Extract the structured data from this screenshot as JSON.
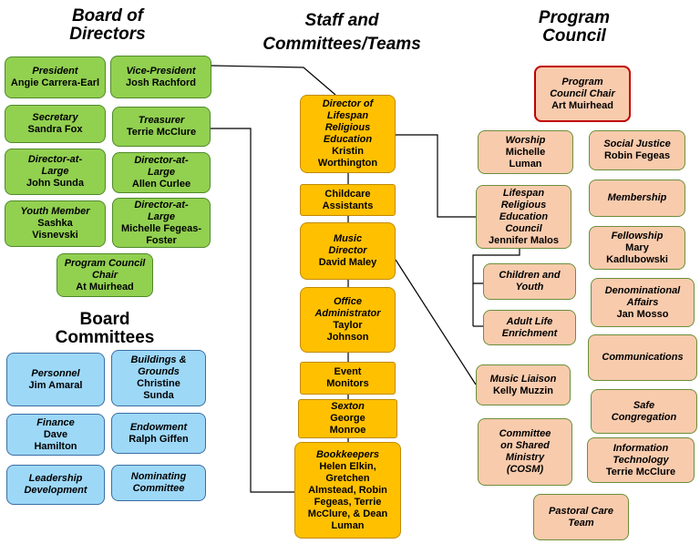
{
  "headers": {
    "board": "Board of\nDirectors",
    "staff": "Staff and\nCommittees/Teams",
    "program": "Program\nCouncil",
    "board_committees": "Board\nCommittees"
  },
  "board": {
    "president": {
      "role": "President",
      "name": "Angie Carrera-Earl"
    },
    "vice_president": {
      "role": "Vice-President",
      "name": "Josh Rachford"
    },
    "secretary": {
      "role": "Secretary",
      "name": "Sandra Fox"
    },
    "treasurer": {
      "role": "Treasurer",
      "name": "Terrie McClure"
    },
    "dal1": {
      "role": "Director-at-Large",
      "name": "John Sunda"
    },
    "dal2": {
      "role": "Director-at-Large",
      "name": "Allen Curlee"
    },
    "youth": {
      "role": "Youth Member",
      "name": "Sashka Visnevski"
    },
    "dal3": {
      "role": "Director-at-Large",
      "name": "Michelle Fegeas-Foster"
    },
    "pc_chair": {
      "role": "Program Council Chair",
      "name": "At Muirhead"
    }
  },
  "committees": {
    "personnel": {
      "role": "Personnel",
      "name": "Jim Amaral"
    },
    "buildings": {
      "role": "Buildings & Grounds",
      "name": "Christine Sunda"
    },
    "finance": {
      "role": "Finance",
      "name": "Dave Hamilton"
    },
    "endowment": {
      "role": "Endowment",
      "name": "Ralph Giffen"
    },
    "leadership": {
      "role": "Leadership Development",
      "name": ""
    },
    "nominating": {
      "role": "Nominating Committee",
      "name": ""
    }
  },
  "staff": {
    "dlre": {
      "role": "Director of Lifespan Religious Education",
      "name": "Kristin Worthington"
    },
    "childcare": {
      "role": "",
      "name": "Childcare Assistants"
    },
    "music": {
      "role": "Music Director",
      "name": "David Maley"
    },
    "office": {
      "role": "Office Administrator",
      "name": "Taylor Johnson"
    },
    "event": {
      "role": "",
      "name": "Event Monitors"
    },
    "sexton": {
      "role": "Sexton",
      "name": "George Monroe"
    },
    "bookkeepers": {
      "role": "Bookkeepers",
      "name": "Helen Elkin, Gretchen Almstead, Robin Fegeas, Terrie McClure, & Dean Luman"
    }
  },
  "program": {
    "chair": {
      "role": "Program Council Chair",
      "name": "Art Muirhead"
    },
    "worship": {
      "role": "Worship",
      "name": "Michelle Luman"
    },
    "social_justice": {
      "role": "Social Justice",
      "name": "Robin Fegeas"
    },
    "lrec": {
      "role": "Lifespan Religious Education Council",
      "name": "Jennifer Malos"
    },
    "membership": {
      "role": "Membership",
      "name": ""
    },
    "fellowship": {
      "role": "Fellowship",
      "name": "Mary Kadlubowski"
    },
    "children": {
      "role": "Children and Youth",
      "name": ""
    },
    "denominational": {
      "role": "Denominational Affairs",
      "name": "Jan Mosso"
    },
    "adult": {
      "role": "Adult Life Enrichment",
      "name": ""
    },
    "communications": {
      "role": "Communications",
      "name": ""
    },
    "music_liaison": {
      "role": "Music Liaison",
      "name": "Kelly Muzzin"
    },
    "safe": {
      "role": "Safe Congregation",
      "name": ""
    },
    "cosm": {
      "role": "Committee on Shared Ministry (COSM)",
      "name": ""
    },
    "it": {
      "role": "Information Technology",
      "name": "Terrie McClure"
    },
    "pastoral": {
      "role": "Pastoral Care Team",
      "name": ""
    }
  }
}
